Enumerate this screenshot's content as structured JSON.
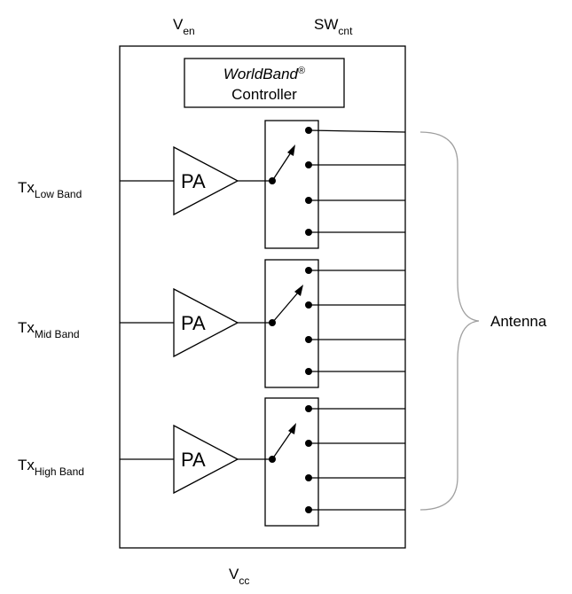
{
  "signals": {
    "ven": {
      "main": "V",
      "sub": "en"
    },
    "swcnt": {
      "main": "SW",
      "sub": "cnt"
    },
    "vcc": {
      "main": "V",
      "sub": "cc"
    }
  },
  "controller": {
    "title": "WorldBand",
    "reg": "®",
    "subtitle": "Controller"
  },
  "inputs": [
    {
      "main": "Tx",
      "sub": "Low Band"
    },
    {
      "main": "Tx",
      "sub": "Mid Band"
    },
    {
      "main": "Tx",
      "sub": "High Band"
    }
  ],
  "amplifier_label": "PA",
  "antenna_label": "Antenna"
}
